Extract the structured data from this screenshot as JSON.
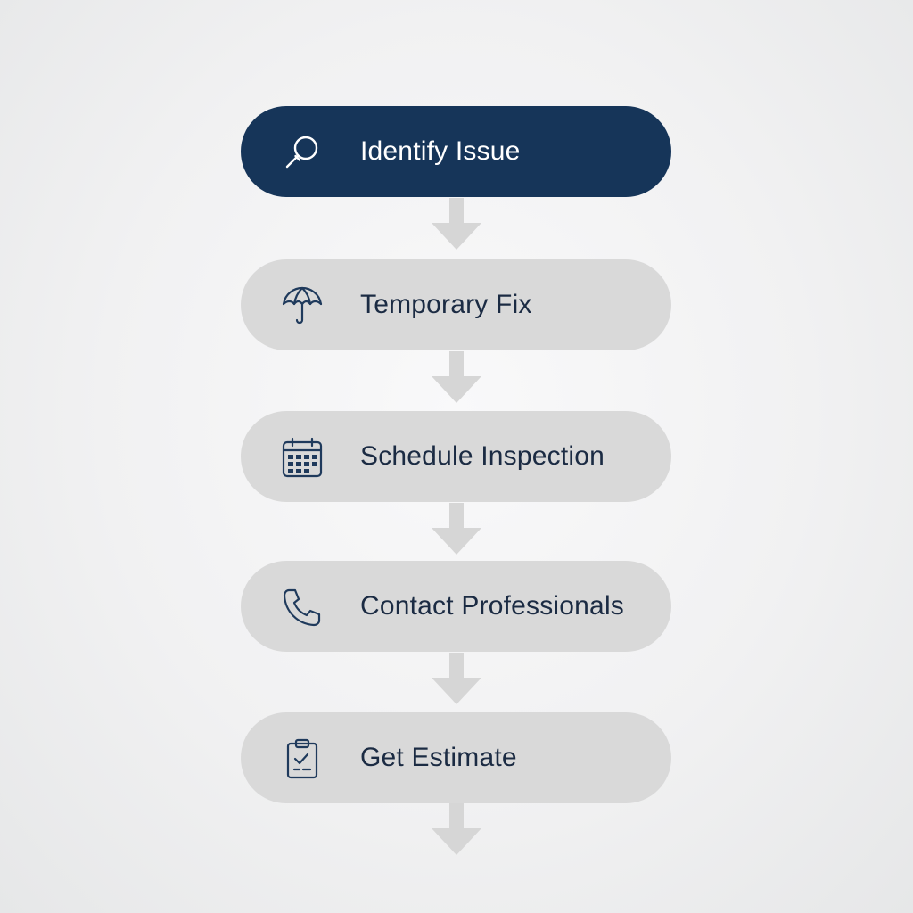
{
  "steps": [
    {
      "label": "Identify Issue",
      "icon": "magnifier-icon",
      "active": true
    },
    {
      "label": "Temporary Fix",
      "icon": "umbrella-icon",
      "active": false
    },
    {
      "label": "Schedule Inspection",
      "icon": "calendar-icon",
      "active": false
    },
    {
      "label": "Contact Professionals",
      "icon": "phone-icon",
      "active": false
    },
    {
      "label": "Get Estimate",
      "icon": "clipboard-check-icon",
      "active": false
    }
  ],
  "colors": {
    "active_step": "#163559",
    "inactive_step": "#d9d9d9",
    "active_text": "#ffffff",
    "inactive_text": "#1b2b43",
    "icon_stroke": "#1f3a5c",
    "arrow": "#d6d6d6"
  }
}
